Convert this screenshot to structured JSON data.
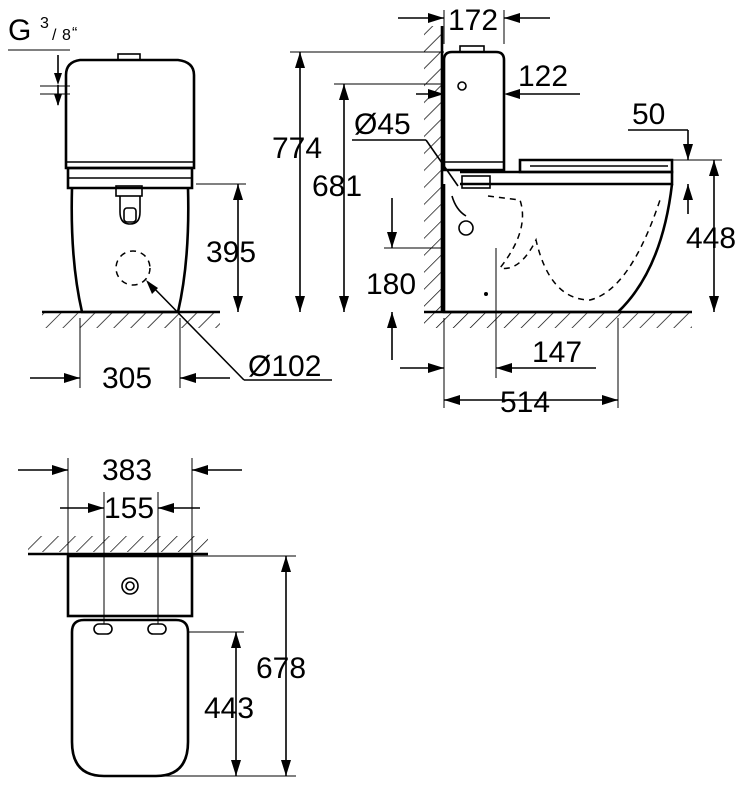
{
  "thread": {
    "prefix": "G",
    "numerator": "3",
    "slash": "/",
    "denominator": "8",
    "inch_mark": "“"
  },
  "front_view": {
    "height_outlet": "395",
    "width_base": "305",
    "outlet_diameter": "Ø102"
  },
  "side_view": {
    "tank_depth": "172",
    "inlet_offset": "122",
    "total_height": "774",
    "tank_height": "681",
    "inlet_diameter": "Ø45",
    "seat_thickness": "50",
    "seat_height": "448",
    "outlet_height": "180",
    "outlet_distance": "147",
    "total_length": "514"
  },
  "top_view": {
    "total_width": "383",
    "fixing_spacing": "155",
    "total_depth": "678",
    "seat_depth": "443"
  }
}
